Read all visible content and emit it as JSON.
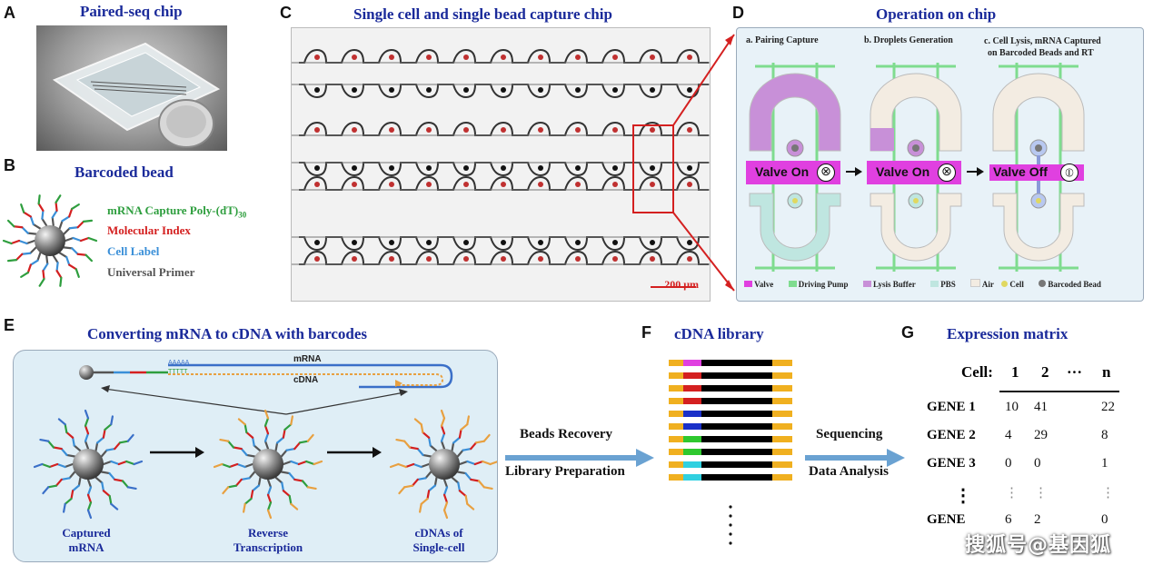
{
  "panels": {
    "A": {
      "letter": "A",
      "title": "Paired-seq chip"
    },
    "B": {
      "letter": "B",
      "title": "Barcoded bead",
      "legend": [
        {
          "text": "mRNA Capture  Poly-(dT)",
          "sub": "30",
          "color": "#2e9e3e"
        },
        {
          "text": "Molecular Index",
          "color": "#d42020"
        },
        {
          "text": "Cell Label",
          "color": "#3a8fd8"
        },
        {
          "text": "Universal Primer",
          "color": "#555555"
        }
      ]
    },
    "C": {
      "letter": "C",
      "title": "Single cell and single bead capture chip",
      "scale_label": "200 μm"
    },
    "D": {
      "letter": "D",
      "title": "Operation on chip",
      "steps": [
        {
          "label": "a. Pairing Capture",
          "valve": "Valve On"
        },
        {
          "label": "b. Droplets Generation",
          "valve": "Valve On"
        },
        {
          "label": "c. Cell Lysis, mRNA Captured on Barcoded Beads and RT",
          "line1": "c. Cell Lysis, mRNA Captured",
          "line2": "on Barcoded Beads and RT",
          "valve": "Valve Off"
        }
      ],
      "legend": [
        "Valve",
        "Driving Pump",
        "Lysis Buffer",
        "PBS",
        "Air",
        "Cell",
        "Barcoded Bead"
      ],
      "colors": {
        "valve": "#e040e0",
        "pump": "#7fdc8f",
        "lysis": "#c890d8",
        "pbs": "#bfe6e0",
        "air": "#f3ece2",
        "cell": "#e0d860",
        "bead": "#777777"
      }
    },
    "E": {
      "letter": "E",
      "title": "Converting mRNA to cDNA with barcodes",
      "strand_labels": {
        "mrna": "mRNA",
        "cdna": "cDNA",
        "polyA": "AAAAA",
        "polyT": "TTTTT"
      },
      "stages": [
        {
          "line1": "Captured",
          "line2": "mRNA"
        },
        {
          "line1": "Reverse",
          "line2": "Transcription"
        },
        {
          "line1": "cDNAs of",
          "line2": "Single-cell"
        }
      ]
    },
    "F": {
      "letter": "F",
      "title": "cDNA library",
      "barcode_colors": [
        "#e040e0",
        "#d42020",
        "#d42020",
        "#d42020",
        "#1a30c8",
        "#1a30c8",
        "#2ec82e",
        "#2ec82e",
        "#30d0e0",
        "#30d0e0"
      ]
    },
    "G": {
      "letter": "G",
      "title": "Expression matrix",
      "header_label": "Cell:",
      "columns": [
        "1",
        "2",
        "···",
        "n"
      ],
      "rows": [
        {
          "gene": "GENE 1",
          "values": [
            "10",
            "41",
            "",
            "22"
          ]
        },
        {
          "gene": "GENE 2",
          "values": [
            "4",
            "29",
            "",
            "8"
          ]
        },
        {
          "gene": "GENE 3",
          "values": [
            "0",
            "0",
            "",
            "1"
          ]
        },
        {
          "gene": "⋮",
          "values": [
            "⋮",
            "⋮",
            "",
            "⋮"
          ]
        },
        {
          "gene": "GENE",
          "values": [
            "6",
            "2",
            "",
            "0"
          ]
        }
      ]
    }
  },
  "arrows": {
    "ef": {
      "top": "Beads Recovery",
      "bottom": "Library  Preparation"
    },
    "fg": {
      "top": "Sequencing",
      "bottom": "Data Analysis"
    }
  },
  "watermark": "搜狐号@基因狐"
}
